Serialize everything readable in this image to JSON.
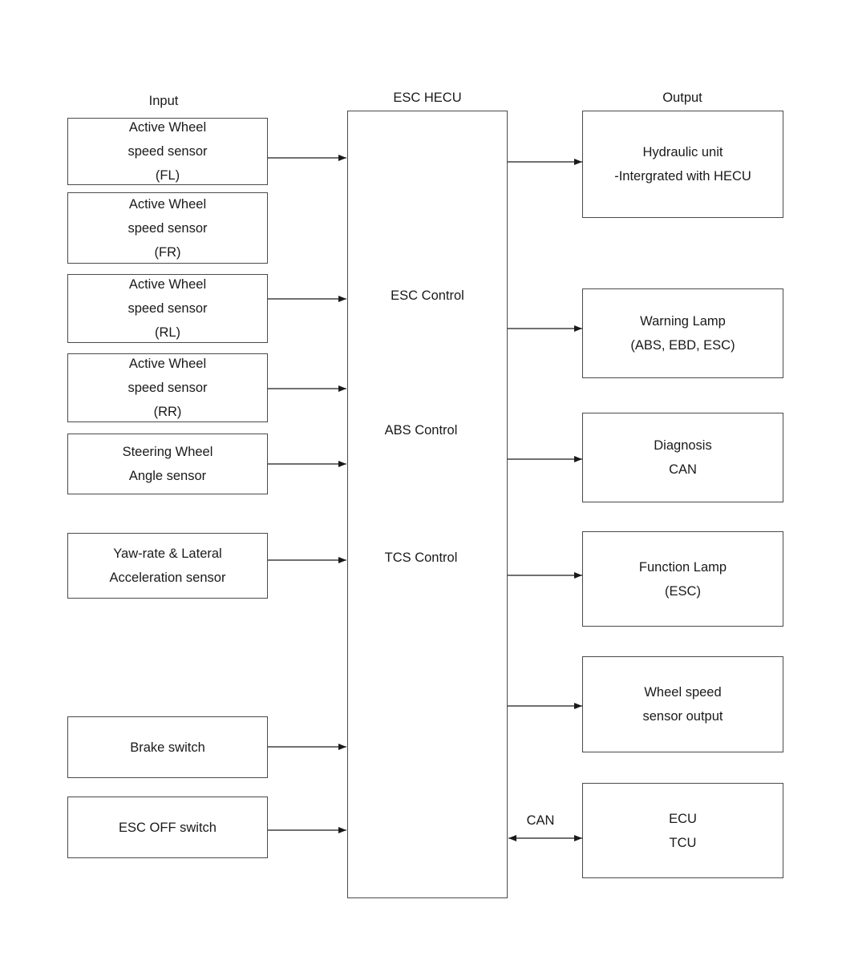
{
  "headings": {
    "input": "Input",
    "center": "ESC HECU",
    "output": "Output"
  },
  "hecu": {
    "controls": [
      "ESC Control",
      "ABS Control",
      "TCS Control"
    ]
  },
  "inputs": [
    {
      "lines": [
        "Active Wheel",
        "speed sensor",
        "(FL)"
      ]
    },
    {
      "lines": [
        "Active Wheel",
        "speed sensor",
        "(FR)"
      ]
    },
    {
      "lines": [
        "Active Wheel",
        "speed sensor",
        "(RL)"
      ]
    },
    {
      "lines": [
        "Active Wheel",
        "speed sensor",
        "(RR)"
      ]
    },
    {
      "lines": [
        "Steering Wheel",
        "Angle sensor"
      ]
    },
    {
      "lines": [
        "Yaw-rate & Lateral",
        "Acceleration sensor"
      ]
    },
    {
      "lines": [
        "Brake switch"
      ]
    },
    {
      "lines": [
        "ESC OFF switch"
      ]
    }
  ],
  "outputs": [
    {
      "lines": [
        "Hydraulic unit",
        "-Intergrated with HECU"
      ]
    },
    {
      "lines": [
        "Warning Lamp",
        "(ABS, EBD, ESC)"
      ]
    },
    {
      "lines": [
        "Diagnosis",
        "CAN"
      ]
    },
    {
      "lines": [
        "Function Lamp",
        "(ESC)"
      ]
    },
    {
      "lines": [
        "Wheel speed",
        "sensor output"
      ]
    },
    {
      "lines": [
        "ECU",
        "TCU"
      ]
    }
  ],
  "link_label": "CAN"
}
